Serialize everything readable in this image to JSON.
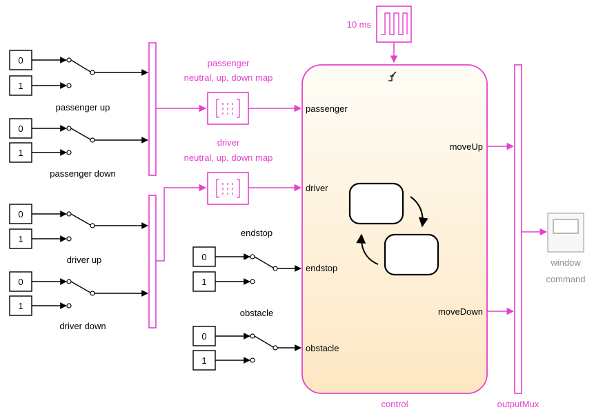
{
  "model": {
    "constants": {
      "zero": "0",
      "one": "1"
    },
    "switch_labels": {
      "passenger_up": "passenger up",
      "passenger_down": "passenger down",
      "driver_up": "driver up",
      "driver_down": "driver down",
      "endstop": "endstop",
      "obstacle": "obstacle"
    },
    "lookup_labels": {
      "passenger_line1": "passenger",
      "passenger_line2": "neutral, up, down map",
      "driver_line1": "driver",
      "driver_line2": "neutral, up, down map"
    },
    "pulse": {
      "label": "10 ms"
    },
    "chart": {
      "name": "control",
      "inports": [
        "passenger",
        "driver",
        "endstop",
        "obstacle"
      ],
      "outports": [
        "moveUp",
        "moveDown"
      ]
    },
    "mux": {
      "name": "outputMux"
    },
    "scope": {
      "line1": "window",
      "line2": "command"
    }
  },
  "colors": {
    "signal": "#e63fcf",
    "line": "#000000",
    "chart_fill_top": "#fffdf7",
    "chart_fill_bottom": "#fde7c2",
    "scope_label": "#8c8c8c"
  },
  "icons": {
    "pulse": "pulse-generator-icon",
    "lookup": "lookup-table-icon",
    "trigger": "rising-edge-trigger-icon",
    "states": "state-transition-icon",
    "scope": "scope-icon"
  }
}
